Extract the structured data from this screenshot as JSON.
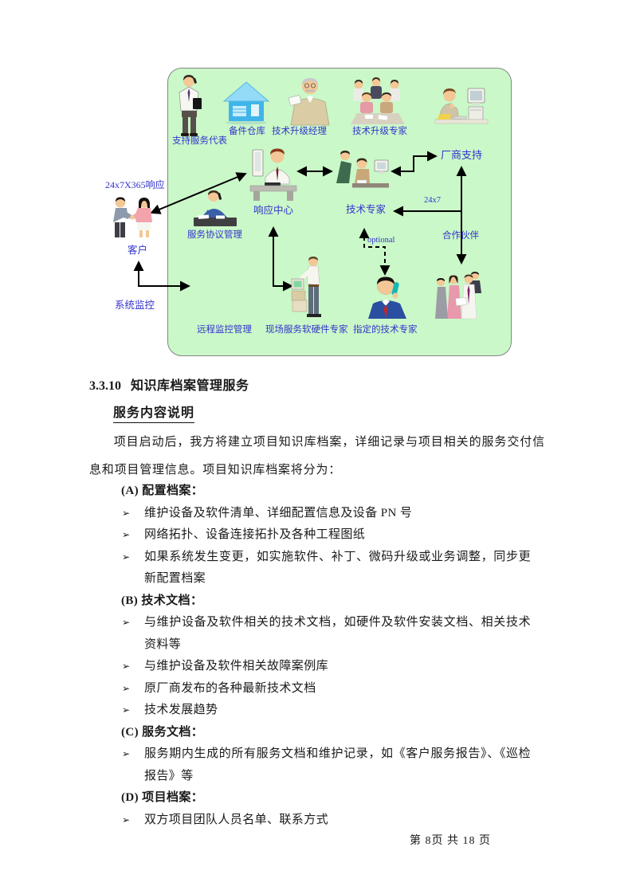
{
  "document": {
    "section": {
      "number": "3.3.10",
      "title": "知识库档案管理服务"
    },
    "subheading": "服务内容说明",
    "paragraph": "项目启动后，我方将建立项目知识库档案，详细记录与项目相关的服务交付信息和项目管理信息。项目知识库档案将分为：",
    "bullet_glyph": "➢",
    "groups": [
      {
        "label": "(A) 配置档案：",
        "items": [
          "维护设备及软件清单、详细配置信息及设备 PN 号",
          "网络拓扑、设备连接拓扑及各种工程图纸",
          "如果系统发生变更，如实施软件、补丁、微码升级或业务调整，同步更新配置档案"
        ]
      },
      {
        "label": "(B) 技术文档：",
        "items": [
          "与维护设备及软件相关的技术文档，如硬件及软件安装文档、相关技术资料等",
          "与维护设备及软件相关故障案例库",
          "原厂商发布的各种最新技术文档",
          "技术发展趋势"
        ]
      },
      {
        "label": "(C) 服务文档：",
        "items": [
          "服务期内生成的所有服务文档和维护记录，如《客户服务报告》、《巡检报告》等"
        ]
      },
      {
        "label": "(D) 项目档案：",
        "items": [
          "双方项目团队人员名单、联系方式"
        ]
      }
    ],
    "footer": {
      "page_text": "第 8页 共 18 页"
    }
  },
  "diagram": {
    "colors": {
      "background": "#CAF8C8",
      "border": "#858585",
      "label_text": "#3333CC",
      "arrow": "#000000"
    },
    "labels": {
      "support_rep": "支持服务代表",
      "spare_parts": "备件仓库",
      "upgrade_manager": "技术升级经理",
      "upgrade_expert": "技术升级专家",
      "response_center": "响应中心",
      "tech_expert": "技术专家",
      "vendor_support": "厂商支持",
      "sla_mgmt": "服务协议管理",
      "remote_monitoring": "远程监控管理",
      "field_expert": "现场服务软硬件专家",
      "designated_expert": "指定的技术专家",
      "partners": "合作伙伴",
      "h24x7": "24x7",
      "optional": "optional",
      "response_24x7x365": "24x7X365响应",
      "customer": "客户",
      "system_monitoring": "系统监控"
    },
    "cliparts": {
      "support_rep": "person-on-cellphone-clipart",
      "spare_parts": "blue-warehouse-house-clipart",
      "upgrade_manager": "senior-manager-with-paper-clipart",
      "upgrade_expert": "team-meeting-clipart",
      "analyst": "woman-thinking-at-computer-clipart",
      "response_center": "man-typing-at-terminal-clipart",
      "tech_expert": "two-people-at-computer-clipart",
      "sla_mgmt": "man-on-phone-at-desk-clipart",
      "field_expert": "engineer-at-equipment-clipart",
      "designated_expert": "man-with-teal-phone-clipart",
      "partners": "group-of-partners-clipart",
      "customer": "two-people-handshake-clipart"
    }
  }
}
